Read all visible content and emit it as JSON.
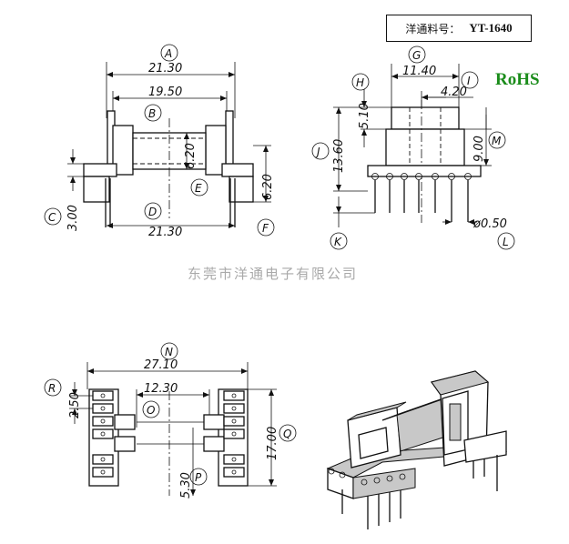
{
  "part_box": {
    "label": "洋通料号：",
    "value": "YT-1640"
  },
  "rohs": {
    "text": "RoHS",
    "color": "#1a8c1a"
  },
  "brand": {
    "text": "东莞市洋通电子有限公司",
    "color": "#a9a9a9"
  },
  "dims": {
    "A": "21.30",
    "B": "19.50",
    "C": "3.00",
    "D": "21.30",
    "E": "6.20",
    "F": "6.20",
    "G": "11.40",
    "I": "4.20",
    "H": "5.10",
    "J": "13.60",
    "M": "9.00",
    "L": "ø0.50",
    "N": "27.10",
    "R": "2.50",
    "O": "12.30",
    "P": "5.30",
    "Q": "17.00"
  },
  "callouts": [
    "A",
    "B",
    "C",
    "D",
    "E",
    "F",
    "G",
    "H",
    "I",
    "J",
    "K",
    "L",
    "M",
    "N",
    "O",
    "P",
    "Q",
    "R"
  ]
}
